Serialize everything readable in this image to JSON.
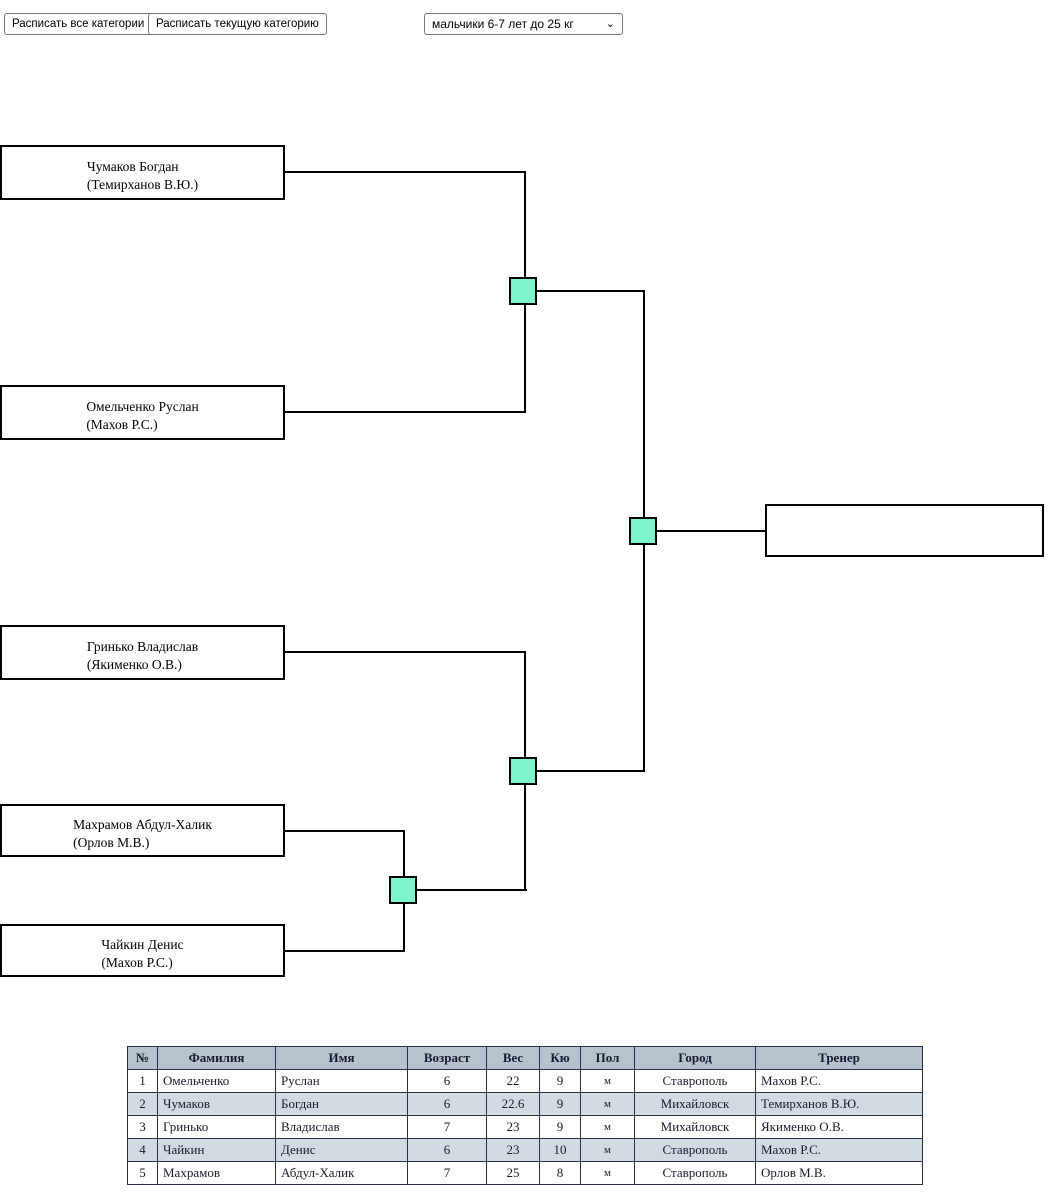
{
  "toolbar": {
    "schedule_all_label": "Расписать все категории",
    "schedule_current_label": "Расписать текущую категорию",
    "category_selected": "мальчики 6-7 лет до 25 кг",
    "select_arrow": "⌄"
  },
  "bracket": {
    "accent_color": "#7DF5CD",
    "line_color": "#000000",
    "slots": [
      {
        "name": "Чумаков Богдан",
        "coach": "(Темирханов В.Ю.)"
      },
      {
        "name": "Омельченко Руслан",
        "coach": "(Махов Р.С.)"
      },
      {
        "name": "Гринько Владислав",
        "coach": "(Якименко О.В.)"
      },
      {
        "name": "Махрамов Абдул-Халик",
        "coach": "(Орлов М.В.)"
      },
      {
        "name": "Чайкин Денис",
        "coach": "(Махов Р.С.)"
      }
    ],
    "winner": {
      "name": "",
      "coach": ""
    }
  },
  "roster": {
    "columns": [
      "№",
      "Фамилия",
      "Имя",
      "Возраст",
      "Вес",
      "Кю",
      "Пол",
      "Город",
      "Тренер"
    ],
    "rows": [
      {
        "num": "1",
        "last": "Омельченко",
        "first": "Руслан",
        "age": "6",
        "weight": "22",
        "kyu": "9",
        "sex": "м",
        "city": "Ставрополь",
        "coach": "Махов Р.С."
      },
      {
        "num": "2",
        "last": "Чумаков",
        "first": "Богдан",
        "age": "6",
        "weight": "22.6",
        "kyu": "9",
        "sex": "м",
        "city": "Михайловск",
        "coach": "Темирханов В.Ю."
      },
      {
        "num": "3",
        "last": "Гринько",
        "first": "Владислав",
        "age": "7",
        "weight": "23",
        "kyu": "9",
        "sex": "м",
        "city": "Михайловск",
        "coach": "Якименко О.В."
      },
      {
        "num": "4",
        "last": "Чайкин",
        "first": "Денис",
        "age": "6",
        "weight": "23",
        "kyu": "10",
        "sex": "м",
        "city": "Ставрополь",
        "coach": "Махов Р.С."
      },
      {
        "num": "5",
        "last": "Махрамов",
        "first": "Абдул-Халик",
        "age": "7",
        "weight": "25",
        "kyu": "8",
        "sex": "м",
        "city": "Ставрополь",
        "coach": "Орлов М.В."
      }
    ]
  }
}
